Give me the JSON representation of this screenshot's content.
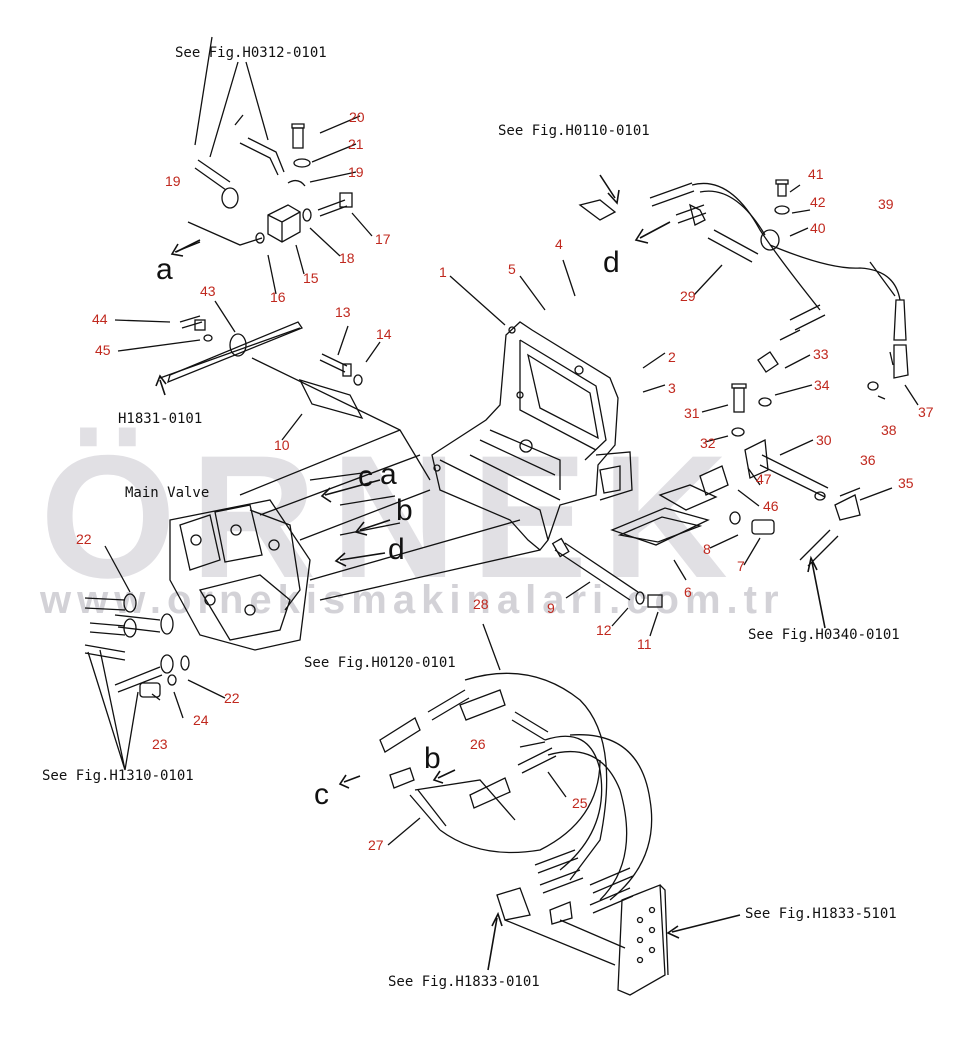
{
  "watermark": {
    "brand": "ÖRNEK",
    "url": "www.ornekismakinalari.com.tr"
  },
  "refs": {
    "h0312": "See Fig.H0312-0101",
    "h0110": "See Fig.H0110-0101",
    "h1831": "H1831-0101",
    "main_valve": "Main Valve",
    "h0120": "See Fig.H0120-0101",
    "h1310": "See Fig.H1310-0101",
    "h0340": "See Fig.H0340-0101",
    "h1833_5101": "See Fig.H1833-5101",
    "h1833_0101": "See Fig.H1833-0101"
  },
  "letters": {
    "a1": "a",
    "d1": "d",
    "c1": "c",
    "a2": "a",
    "b1": "b",
    "d2": "d",
    "b2": "b",
    "c2": "c"
  },
  "parts": {
    "p1": "1",
    "p2": "2",
    "p3": "3",
    "p4": "4",
    "p5": "5",
    "p6": "6",
    "p7": "7",
    "p8": "8",
    "p9": "9",
    "p10": "10",
    "p11": "11",
    "p12": "12",
    "p13": "13",
    "p14": "14",
    "p15": "15",
    "p16": "16",
    "p17": "17",
    "p18": "18",
    "p19a": "19",
    "p19b": "19",
    "p20": "20",
    "p21": "21",
    "p22a": "22",
    "p22b": "22",
    "p23": "23",
    "p24": "24",
    "p25": "25",
    "p26": "26",
    "p27": "27",
    "p28": "28",
    "p29": "29",
    "p30": "30",
    "p31": "31",
    "p32": "32",
    "p33": "33",
    "p34": "34",
    "p35": "35",
    "p36": "36",
    "p37": "37",
    "p38": "38",
    "p39": "39",
    "p40": "40",
    "p41": "41",
    "p42": "42",
    "p43": "43",
    "p44": "44",
    "p45": "45",
    "p46": "46",
    "p47": "47"
  },
  "colors": {
    "label": "#c0281e",
    "line": "#111111",
    "watermark": "#d8d6dc"
  }
}
